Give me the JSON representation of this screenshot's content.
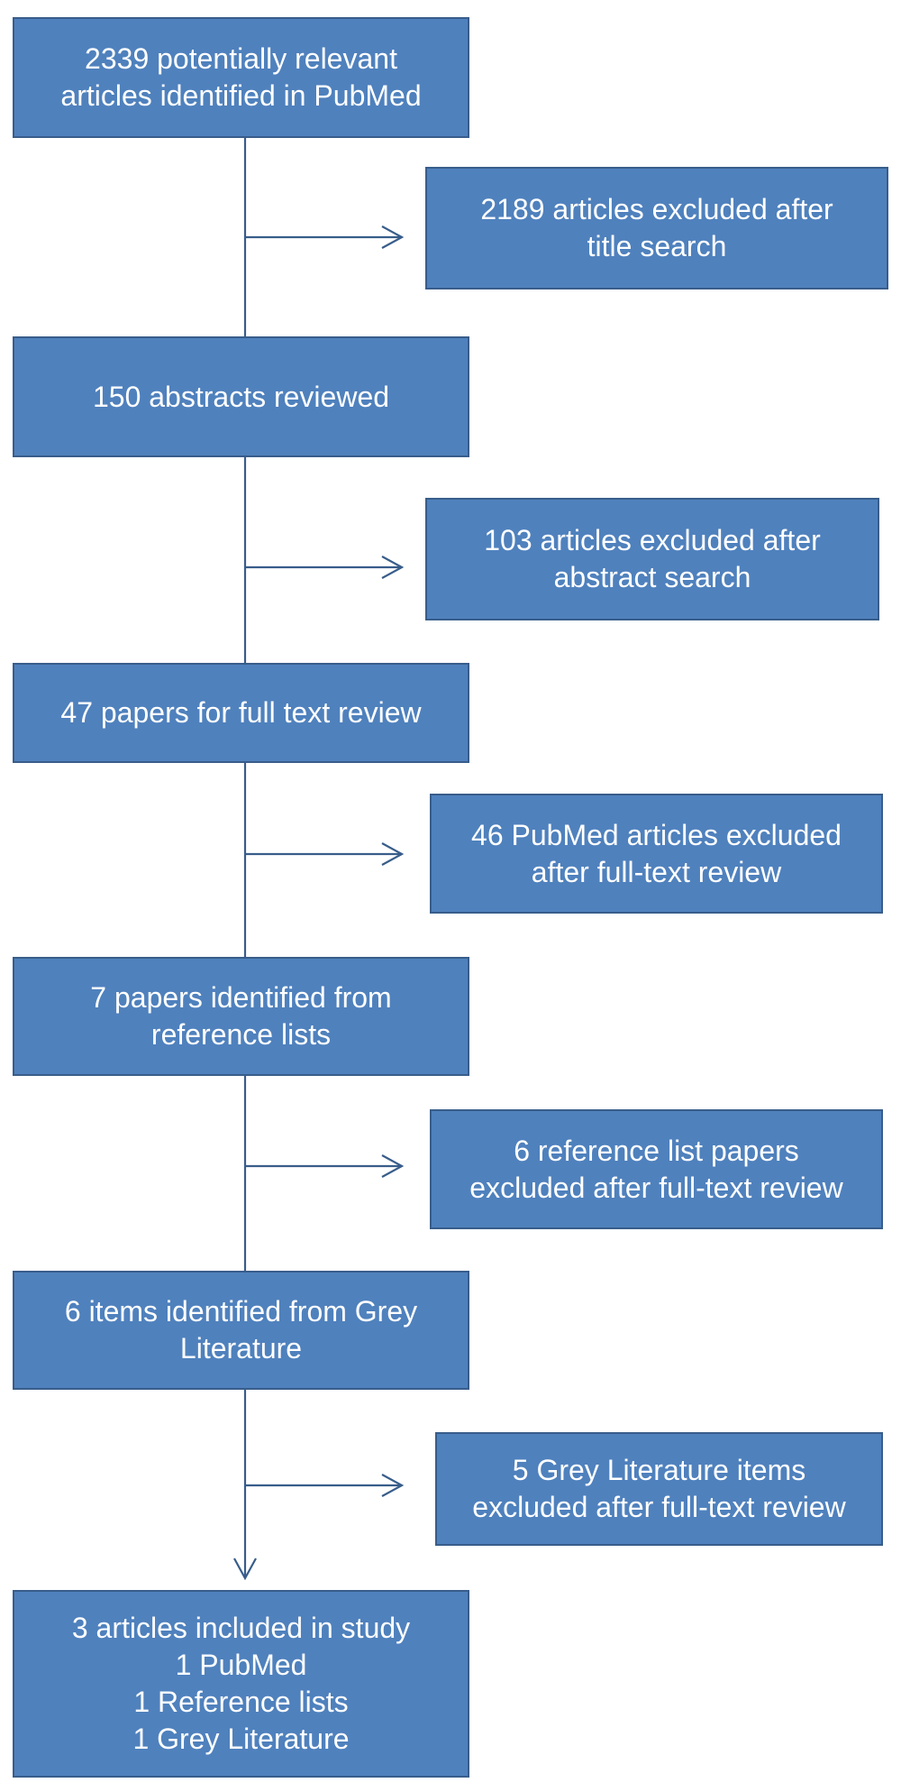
{
  "flow": {
    "identified": [
      "2339 potentially relevant",
      "articles identified in PubMed"
    ],
    "excluded_title": [
      "2189 articles excluded after",
      "title search"
    ],
    "abstracts": [
      "150 abstracts reviewed"
    ],
    "excluded_abstract": [
      "103 articles excluded after",
      "abstract search"
    ],
    "full_text": [
      "47 papers for full text review"
    ],
    "excluded_pubmed": [
      "46 PubMed articles excluded",
      "after full-text review"
    ],
    "reference_lists": [
      "7 papers identified from",
      "reference lists"
    ],
    "excluded_reference": [
      "6 reference list papers",
      "excluded after full-text review"
    ],
    "grey_literature": [
      "6 items identified from Grey",
      "Literature"
    ],
    "excluded_grey": [
      "5 Grey Literature items",
      "excluded after full-text review"
    ],
    "included": [
      "3 articles included in study",
      "1 PubMed",
      "1 Reference lists",
      "1 Grey Literature"
    ]
  },
  "colors": {
    "box_fill": "#4f81bd",
    "box_border": "#385d8a",
    "connector": "#385d8a",
    "text": "#ffffff"
  }
}
